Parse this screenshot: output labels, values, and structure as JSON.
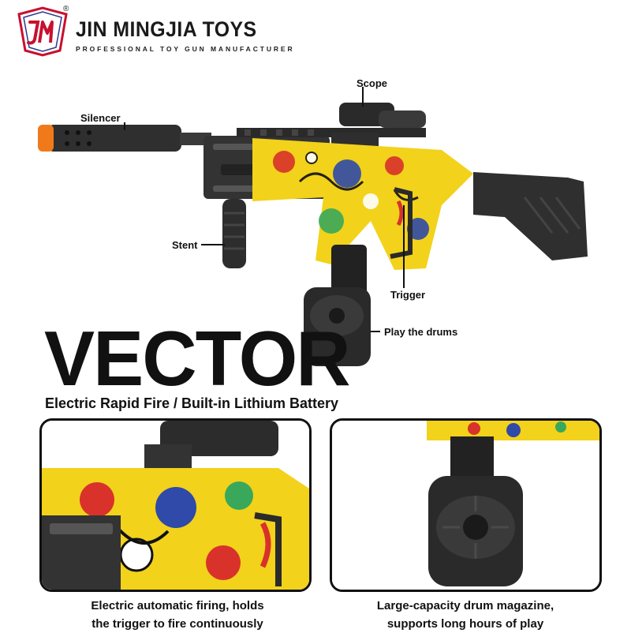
{
  "header": {
    "brand": "JIN MINGJIA TOYS",
    "tagline": "PROFESSIONAL TOY GUN MANUFACTURER",
    "registered_mark": "®",
    "logo_letters": "JMJ",
    "logo_color": "#c8102e"
  },
  "callouts": {
    "scope": "Scope",
    "silencer": "Silencer",
    "stent": "Stent",
    "trigger": "Trigger",
    "drums": "Play the drums"
  },
  "product": {
    "name": "VECTOR",
    "subtitle": "Electric Rapid Fire / Built-in Lithium Battery"
  },
  "panels": {
    "left_caption_line1": "Electric automatic firing, holds",
    "left_caption_line2": "the trigger to fire continuously",
    "right_caption_line1": "Large-capacity drum magazine,",
    "right_caption_line2": "supports long hours of play"
  },
  "colors": {
    "gun_black": "#2b2b2b",
    "graffiti_yellow": "#f2d21b",
    "graffiti_red": "#d8322a",
    "graffiti_blue": "#2f4aa8",
    "muzzle_orange": "#f07a1a"
  }
}
